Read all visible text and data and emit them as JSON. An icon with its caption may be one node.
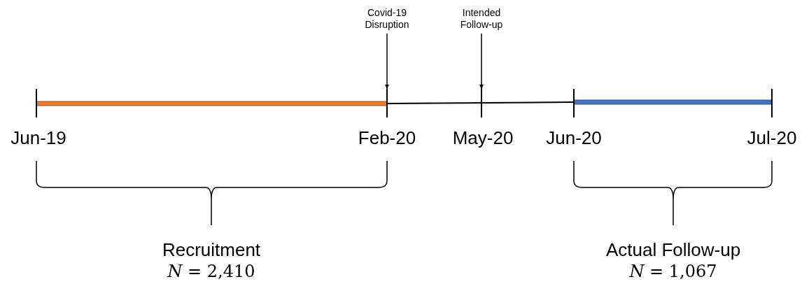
{
  "diagram": {
    "nodes": [
      {
        "text": [
          "Covid-19 Disruption"
        ]
      },
      {
        "text": [
          "Intended Follow-up"
        ]
      }
    ],
    "edges": [
      {
        "from": 0,
        "to": null,
        "arrow": "to"
      },
      {
        "from": 1,
        "to": null,
        "arrow": "to"
      }
    ],
    "labels": [
      "Jun-19",
      "Feb-20",
      "May-20",
      "Jun-20",
      "Jul-20",
      "Recruitment",
      "*N* = 2,410",
      "Actual Follow-up",
      "*N* = 1,067"
    ]
  }
}
